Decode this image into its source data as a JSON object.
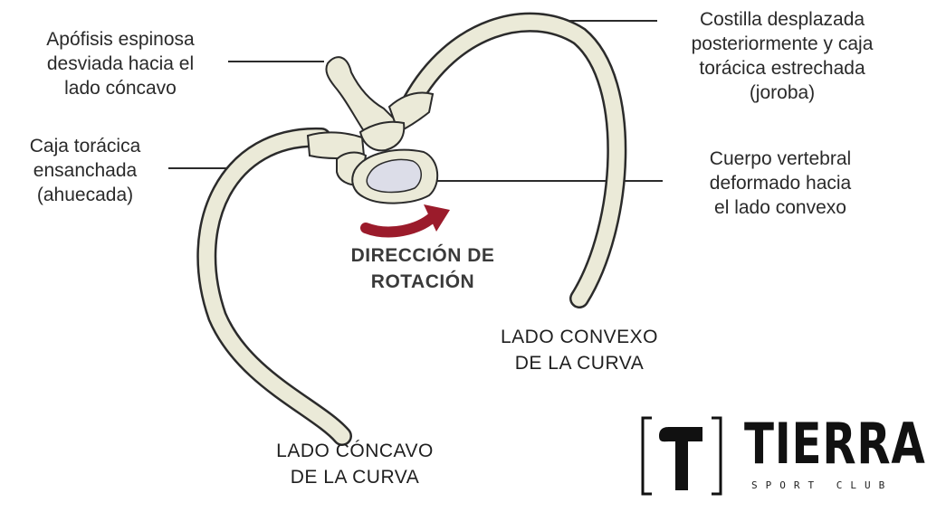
{
  "labels": {
    "spinous": "Apófisis espinosa\ndesviada hacia el\nlado cóncavo",
    "rib_displaced": "Costilla desplazada\nposteriormente y caja\ntorácica estrechada\n(joroba)",
    "ribcage_widened": "Caja torácica\nensanchada\n(ahuecada)",
    "vertebral_body": "Cuerpo vertebral\ndeformado hacia\nel lado convexo",
    "rotation": "DIRECCIÓN DE\nROTACIÓN",
    "convex_side": "LADO CONVEXO\nDE LA CURVA",
    "concave_side": "LADO CÓNCAVO\nDE LA CURVA"
  },
  "logo": {
    "word": "TIERRA",
    "sub": "SPORT CLUB"
  },
  "colors": {
    "bone_fill": "#ebead8",
    "bone_stroke": "#2b2b2b",
    "body_inner": "#dcdde8",
    "arrow": "#9b1b2b",
    "text": "#2a2a2a"
  }
}
